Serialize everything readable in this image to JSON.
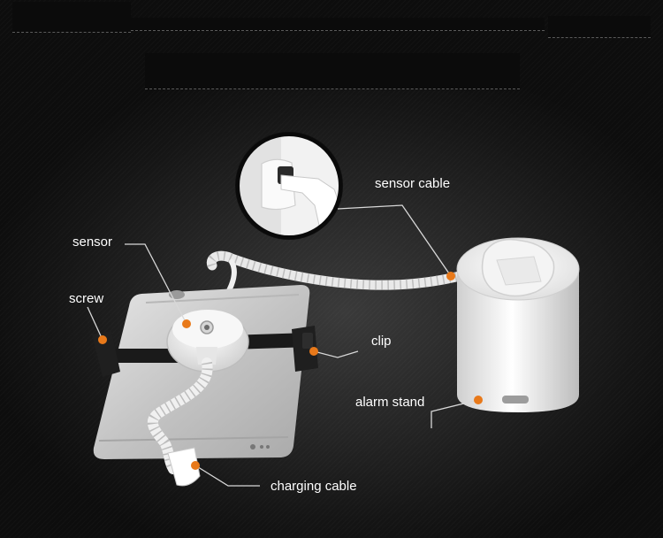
{
  "callouts": {
    "sensor_cable": "sensor cable",
    "sensor": "sensor",
    "screw": "screw",
    "clip": "clip",
    "alarm_stand": "alarm stand",
    "charging_cable": "charging cable"
  },
  "colors": {
    "marker": "#e8791a",
    "leader_line": "#d8d8d8",
    "label_text": "#ffffff",
    "background": "#1a1a1a"
  }
}
